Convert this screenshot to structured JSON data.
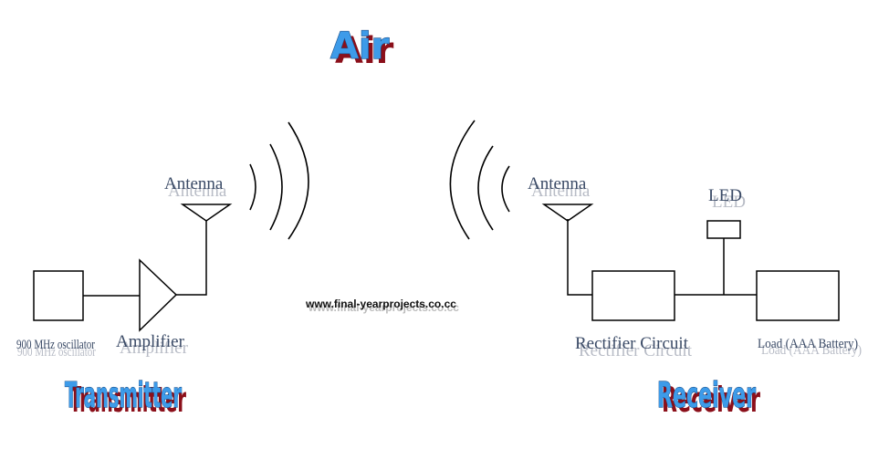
{
  "titles": {
    "air": "Air",
    "transmitter": "Transmitter",
    "receiver": "Receiver"
  },
  "labels": {
    "tx_antenna": "Antenna",
    "rx_antenna": "Antenna",
    "oscillator": "900 MHz oscillator",
    "amplifier": "Amplifier",
    "led": "LED",
    "rectifier": "Rectifier Circuit",
    "load": "Load (AAA Battery)"
  },
  "watermark": "www.final-yearprojects.co.cc"
}
